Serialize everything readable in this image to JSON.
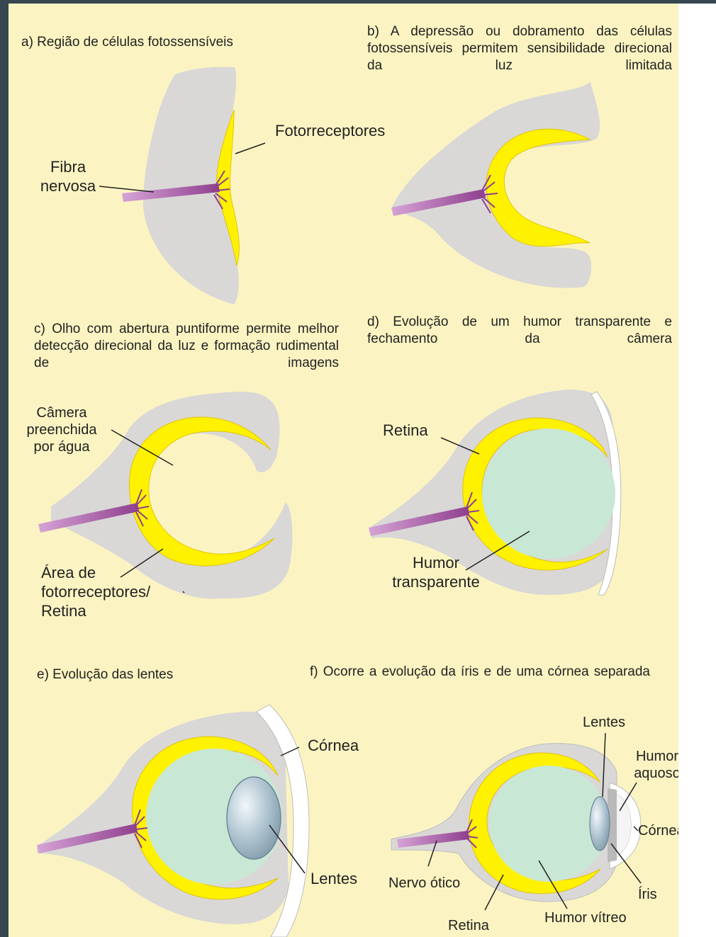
{
  "panels": {
    "a": {
      "caption": "a) Região de células fotossensíveis",
      "labels": {
        "photoreceptors": "Fotorreceptores",
        "nerve_fiber": "Fibra nervosa"
      }
    },
    "b": {
      "caption": "b) A depressão ou dobramento das células fotossensíveis permitem sensibilidade direcional da luz limitada"
    },
    "c": {
      "caption": "c) Olho com abertura puntiforme permite melhor detecção direcional da luz e formação rudimental de imagens",
      "labels": {
        "water_chamber": "Câmera preenchida por água",
        "photoreceptor_area": "Área de fotorreceptores/ Retina"
      }
    },
    "d": {
      "caption": "d) Evolução de um humor transparente e fechamento da câmera",
      "labels": {
        "retina": "Retina",
        "transparent_humor": "Humor transparente"
      }
    },
    "e": {
      "caption": "e) Evolução das lentes",
      "labels": {
        "cornea": "Córnea",
        "lens": "Lentes"
      }
    },
    "f": {
      "caption": "f) Ocorre a evolução da íris e de uma córnea separada",
      "labels": {
        "lens": "Lentes",
        "aqueous_humor": "Humor aquoso",
        "cornea": "Córnea",
        "iris": "Íris",
        "optic_nerve": "Nervo ótico",
        "retina": "Retina",
        "vitreous_humor": "Humor vítreo"
      }
    }
  },
  "colors": {
    "background": "#fbf4c2",
    "tissue": "#d9d8d6",
    "photoreceptors": "#fff200",
    "nerve": "#9c4a9a",
    "humor": "#c8e8d5",
    "lens": "#a9bfcc",
    "cornea": "#ffffff",
    "frame": "#37474f"
  }
}
